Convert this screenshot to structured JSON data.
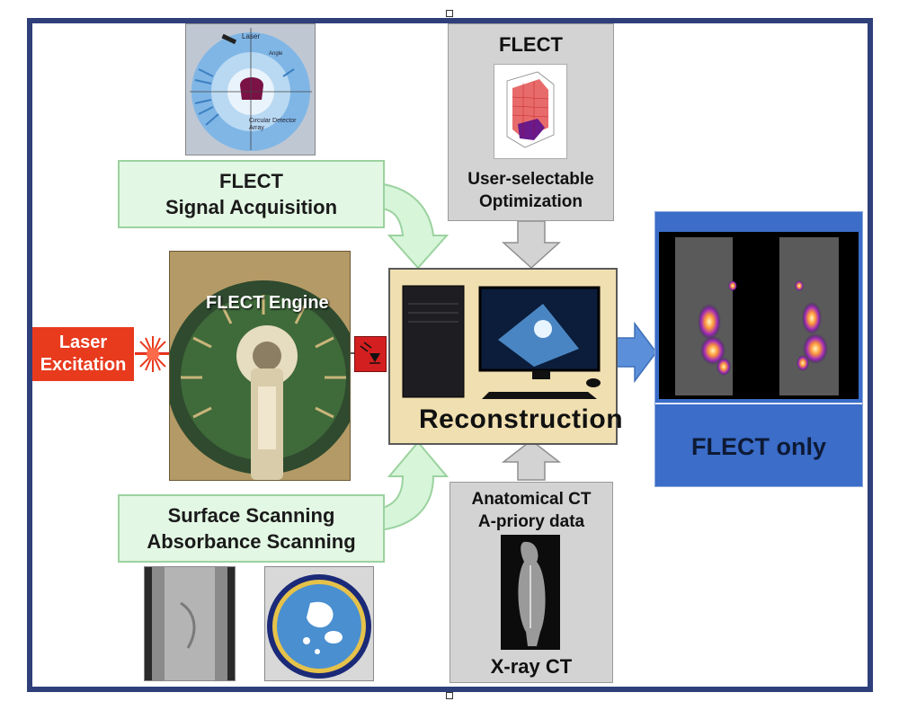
{
  "diagram": {
    "acquisition": {
      "line1": "FLECT",
      "line2": "Signal Acquisition"
    },
    "detector_labels": {
      "laser": "Laser",
      "angle": "Angle",
      "circular_detector_array": "Circular Detector Array"
    },
    "optimization": {
      "title": "FLECT",
      "line1": "User-selectable",
      "line2": "Optimization"
    },
    "engine": {
      "title": "FLECT Engine"
    },
    "laser": {
      "line1": "Laser",
      "line2": "Excitation"
    },
    "reconstruction": {
      "label": "Reconstruction"
    },
    "result": {
      "label": "FLECT only"
    },
    "surface": {
      "line1": "Surface Scanning",
      "line2": "Absorbance Scanning"
    },
    "ct": {
      "line1": "Anatomical CT",
      "line2": "A-priory data",
      "line3": "X-ray CT"
    }
  },
  "colors": {
    "frame": "#2e3f7a",
    "green_box": "#e3f8e4",
    "grey_box": "#d3d3d3",
    "laser_red": "#e83a1d",
    "reconstruction_box": "#f0dfb0",
    "result_blue": "#3b6dc9",
    "arrow_blue": "#5b8fd9"
  },
  "icons": {
    "detector_diagram": "circular-detector-array-diagram",
    "flect_3d_render": "3d-volume-render",
    "engine_photo": "flect-engine-photo",
    "laser_burst": "laser-burst",
    "detector_chip": "photodetector-chip",
    "computer": "desktop-computer",
    "mouse_xray": "mouse-xray-image",
    "surface_scan": "surface-scan-image",
    "absorbance_scan": "absorbance-scan-image",
    "flect_result": "fluorescence-reconstruction-images"
  }
}
